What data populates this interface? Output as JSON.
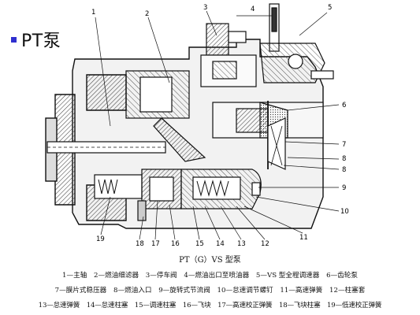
{
  "title": "PT泵",
  "caption": "PT（G）VS 型泵",
  "callouts": [
    "1",
    "2",
    "3",
    "4",
    "5",
    "6",
    "7",
    "8",
    "9",
    "10",
    "11",
    "12",
    "13",
    "14",
    "15",
    "16",
    "17",
    "18",
    "19"
  ],
  "legend": [
    [
      "1—主轴",
      "2—燃油细滤器",
      "3—停车阀",
      "4—燃油出口至喷油器",
      "5—VS 型全程调速器",
      "6—齿轮泵"
    ],
    [
      "7—膜片式稳压器",
      "8—燃油入口",
      "9—旋转式节流阀",
      "10—怠速调节螺钉",
      "11—高速弹簧",
      "12—柱塞套"
    ],
    [
      "13—怠速弹簧",
      "14—怠速柱塞",
      "15—调速柱塞",
      "16—飞块",
      "17—高速校正弹簧",
      "18—飞块柱塞",
      "19—低速校正弹簧"
    ]
  ],
  "colors": {
    "bullet": "#2f2fcf",
    "line": "#111111",
    "hatch": "#444444"
  }
}
